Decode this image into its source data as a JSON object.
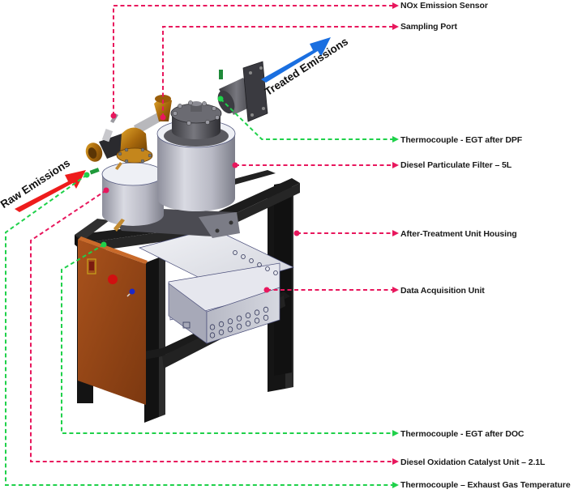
{
  "diagram": {
    "title": "Exhaust After-Treatment Test Rig",
    "flow": {
      "inlet": {
        "label": "Raw Emissions",
        "color": "#ee1c1c"
      },
      "outlet": {
        "label": "Treated Emissions",
        "color": "#1a6fe0"
      }
    },
    "leader_colors": {
      "component": "#e8175d",
      "thermocouple": "#1fd14a"
    },
    "callouts": [
      {
        "id": "nox-sensor",
        "label": "NOx Emission Sensor",
        "type": "component"
      },
      {
        "id": "sampling-port",
        "label": "Sampling Port",
        "type": "component"
      },
      {
        "id": "tc-egt-after-dpf",
        "label": "Thermocouple - EGT after DPF",
        "type": "thermocouple"
      },
      {
        "id": "dpf",
        "label": "Diesel Particulate Filter – 5L",
        "type": "component"
      },
      {
        "id": "housing",
        "label": "After-Treatment Unit Housing",
        "type": "component"
      },
      {
        "id": "daq",
        "label": "Data Acquisition Unit",
        "type": "component"
      },
      {
        "id": "tc-egt-after-doc",
        "label": "Thermocouple - EGT after DOC",
        "type": "thermocouple"
      },
      {
        "id": "doc",
        "label": "Diesel Oxidation Catalyst Unit – 2.1L",
        "type": "component"
      },
      {
        "id": "tc-exhaust-gas-temp",
        "label": "Thermocouple – Exhaust Gas Temperature",
        "type": "thermocouple"
      }
    ]
  }
}
